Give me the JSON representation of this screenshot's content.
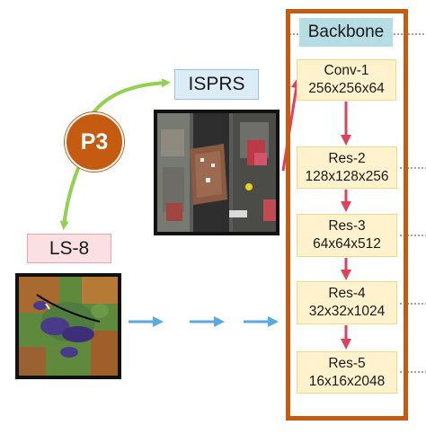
{
  "p3_label": "P3",
  "datasets": {
    "ispr": "ISPRS",
    "ls8": "LS-8"
  },
  "backbone": {
    "title": "Backbone",
    "layers": [
      {
        "name": "Conv-1",
        "shape": "256x256x64"
      },
      {
        "name": "Res-2",
        "shape": "128x128x256"
      },
      {
        "name": "Res-3",
        "shape": "64x64x512"
      },
      {
        "name": "Res-4",
        "shape": "32x32x1024"
      },
      {
        "name": "Res-5",
        "shape": "16x16x2048"
      }
    ]
  },
  "colors": {
    "frame": "#c55a11",
    "p3_circle": "#c55a11",
    "green_arrow": "#92d050",
    "red_arrow": "#e0405a",
    "blue_arrow": "#5aaadd",
    "layer_fill": "#fff2cc",
    "backbone_fill": "#b7dde4",
    "isprs_fill": "#dcecf7",
    "ls8_fill": "#fbe0e3"
  },
  "icons": {
    "isprs_image": "aerial-photo-icon",
    "ls8_image": "satellite-image-icon"
  }
}
